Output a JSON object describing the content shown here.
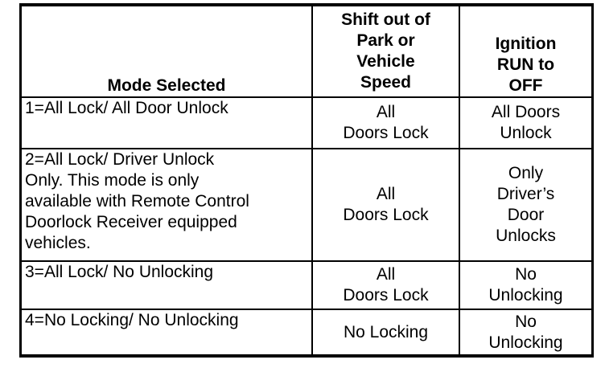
{
  "table": {
    "headers": {
      "mode": "Mode Selected",
      "shift": [
        "Shift out of",
        "Park or",
        "Vehicle",
        "Speed"
      ],
      "ignition": [
        "Ignition",
        "RUN to",
        "OFF"
      ]
    },
    "rows": [
      {
        "mode": [
          "1=All Lock/ All Door Unlock"
        ],
        "shift": [
          "All",
          "Doors Lock"
        ],
        "ignition": [
          "All Doors",
          "Unlock"
        ]
      },
      {
        "mode": [
          "2=All Lock/ Driver Unlock",
          "Only. This mode is only",
          "available with Remote Control",
          "Doorlock Receiver equipped",
          "vehicles."
        ],
        "shift": [
          "All",
          "Doors Lock"
        ],
        "ignition": [
          "Only",
          "Driver’s",
          "Door",
          "Unlocks"
        ]
      },
      {
        "mode": [
          "3=All Lock/ No Unlocking"
        ],
        "shift": [
          "All",
          "Doors Lock"
        ],
        "ignition": [
          "No",
          "Unlocking"
        ]
      },
      {
        "mode": [
          "4=No Locking/ No Unlocking"
        ],
        "shift": [
          "No Locking"
        ],
        "ignition": [
          "No",
          "Unlocking"
        ]
      }
    ]
  }
}
